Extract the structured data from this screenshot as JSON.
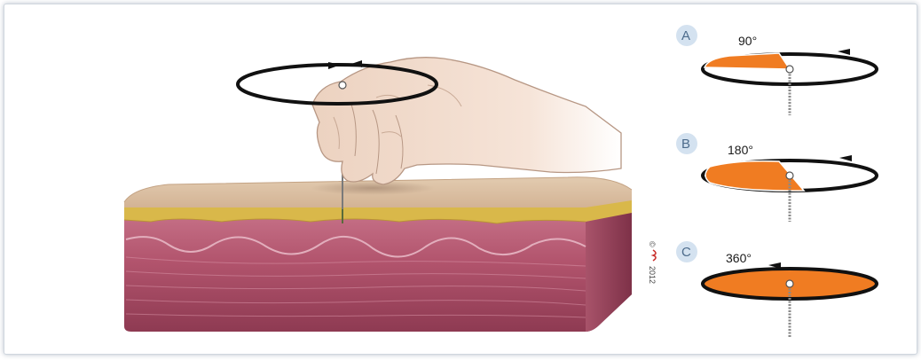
{
  "panels": [
    {
      "letter": "A",
      "angle": "90°",
      "degrees": 90
    },
    {
      "letter": "B",
      "angle": "180°",
      "degrees": 180
    },
    {
      "letter": "C",
      "angle": "360°",
      "degrees": 360
    }
  ],
  "credit": {
    "symbol": "©",
    "year": "2012"
  },
  "colors": {
    "fill_orange": "#f07c22",
    "skin_surface": "#dcc0a2",
    "fat_layer": "#d9b84a",
    "dermis": "#b85a72",
    "muscle": "#9a3f58",
    "badge": "#d4e2f0"
  },
  "icons": [
    "rotation-arrow-icon",
    "hand-illustration",
    "needle-icon",
    "tissue-block-illustration"
  ]
}
